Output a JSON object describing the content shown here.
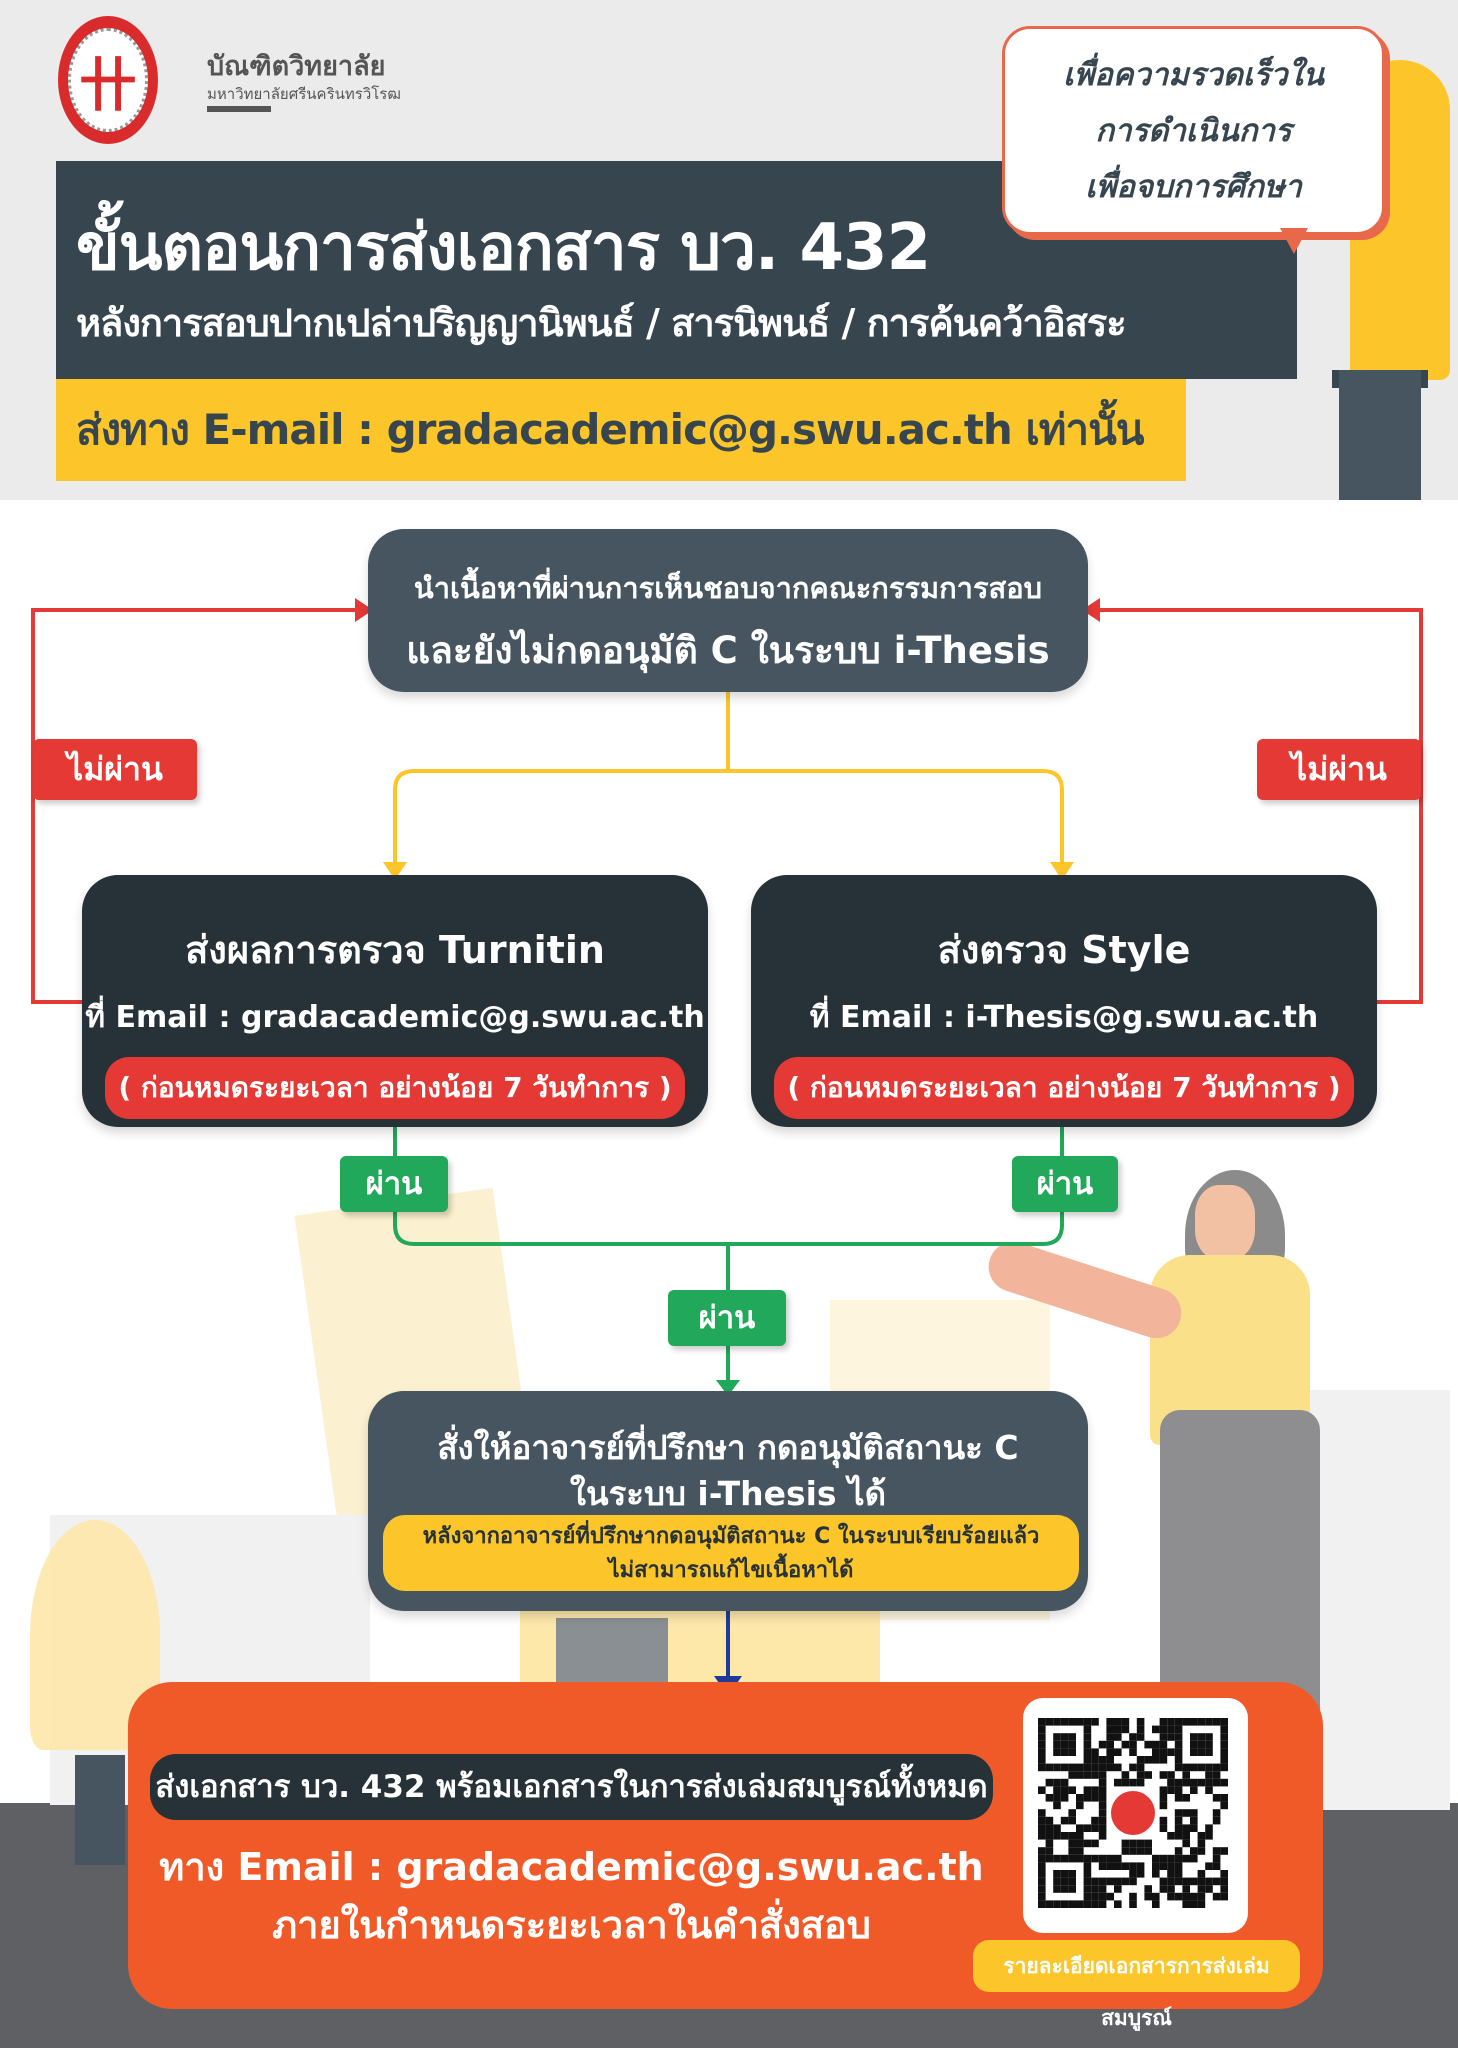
{
  "header": {
    "org_name": "บัณฑิตวิทยาลัย",
    "org_sub": "มหาวิทยาลัยศรีนครินทรวิโรฒ",
    "title": "ขั้นตอนการส่งเอกสาร บว. 432",
    "subtitle": "หลังการสอบปากเปล่าปริญญานิพนธ์ / สารนิพนธ์ / การค้นคว้าอิสระ",
    "email_banner": "ส่งทาง E-mail : gradacademic@g.swu.ac.th เท่านั้น",
    "bubble": [
      "เพื่อความรวดเร็วใน",
      "การดำเนินการ",
      "เพื่อจบการศึกษา"
    ]
  },
  "flow": {
    "step1": [
      "นำเนื้อหาที่ผ่านการเห็นชอบจากคณะกรรมการสอบ",
      "และยังไม่กดอนุมัติ C ในระบบ i-Thesis"
    ],
    "fail_label": "ไม่ผ่าน",
    "pass_label": "ผ่าน",
    "turnitin": {
      "title": "ส่งผลการตรวจ Turnitin",
      "email": "ที่ Email : gradacademic@g.swu.ac.th",
      "note": "( ก่อนหมดระยะเวลา อย่างน้อย 7 วันทำการ )"
    },
    "style": {
      "title": "ส่งตรวจ Style",
      "email": "ที่ Email : i-Thesis@g.swu.ac.th",
      "note": "( ก่อนหมดระยะเวลา อย่างน้อย 7 วันทำการ )"
    },
    "approve": {
      "l1": "สั่งให้อาจารย์ที่ปรึกษา กดอนุมัติสถานะ C",
      "l2": "ในระบบ i-Thesis ได้",
      "note1": "หลังจากอาจารย์ที่ปรึกษากดอนุมัติสถานะ C ในระบบเรียบร้อยแล้ว",
      "note2": "ไม่สามารถแก้ไขเนื้อหาได้"
    },
    "final": {
      "pill": "ส่งเอกสาร บว. 432 พร้อมเอกสารในการส่งเล่มสมบูรณ์ทั้งหมด",
      "email": "ทาง Email : gradacademic@g.swu.ac.th",
      "deadline": "ภายในกำหนดระยะเวลาในคำสั่งสอบ",
      "qr_label": "รายละเอียดเอกสารการส่งเล่มสมบูรณ์"
    }
  },
  "colors": {
    "dark": "#37454f",
    "yellow": "#fcc62a",
    "red": "#e53935",
    "green": "#22a85a",
    "orange": "#f05a28",
    "blue": "#1f3b9a"
  }
}
